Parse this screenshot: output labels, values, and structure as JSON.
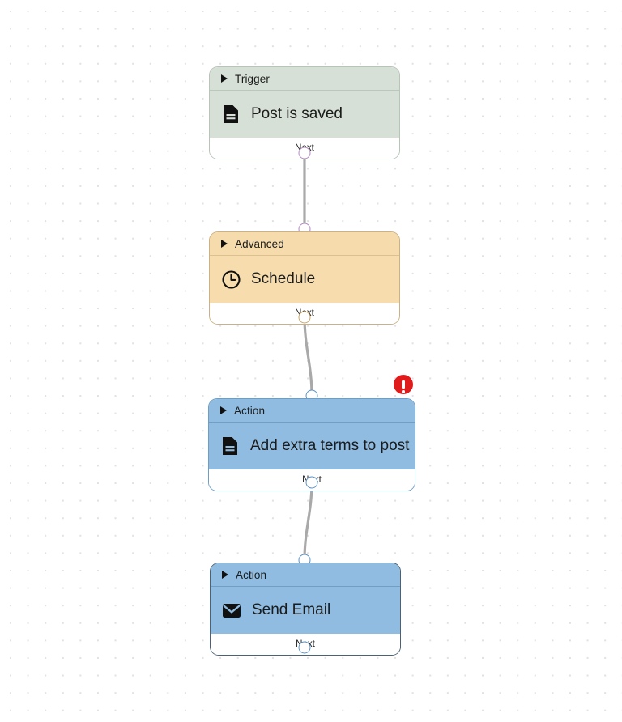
{
  "canvas": {
    "background_color": "#ffffff",
    "grid_dot_color": "#e3dfe3",
    "grid_spacing": 21.6
  },
  "colors": {
    "trigger_green": "#d7e0d7",
    "advanced_orange": "#f7ddad",
    "action_blue": "#8fbce0",
    "error_red": "#e01b1b",
    "edge_line": "#a9a9a9"
  },
  "nodes": [
    {
      "id": "trigger-post-is-saved",
      "kind": "Trigger",
      "header_label": "Trigger",
      "title": "Post is saved",
      "icon": "document-icon",
      "footer_label": "Next",
      "color": "#d7e0d7",
      "has_error": false,
      "selected": false
    },
    {
      "id": "advanced-schedule",
      "kind": "Advanced",
      "header_label": "Advanced",
      "title": "Schedule",
      "icon": "clock-icon",
      "footer_label": "Next",
      "color": "#f7ddad",
      "has_error": false,
      "selected": false
    },
    {
      "id": "action-add-extra-terms-to-post",
      "kind": "Action",
      "header_label": "Action",
      "title": "Add extra terms to post",
      "icon": "document-icon",
      "footer_label": "Next",
      "color": "#8fbce0",
      "has_error": true,
      "selected": false
    },
    {
      "id": "action-send-email",
      "kind": "Action",
      "header_label": "Action",
      "title": "Send Email",
      "icon": "envelope-icon",
      "footer_label": "Next",
      "color": "#8fbce0",
      "has_error": false,
      "selected": true
    }
  ],
  "error_badge": {
    "symbol": "!",
    "tooltip_label": "Error"
  },
  "connections": [
    {
      "from": "trigger-post-is-saved",
      "to": "advanced-schedule"
    },
    {
      "from": "advanced-schedule",
      "to": "action-add-extra-terms-to-post"
    },
    {
      "from": "action-add-extra-terms-to-post",
      "to": "action-send-email"
    }
  ]
}
